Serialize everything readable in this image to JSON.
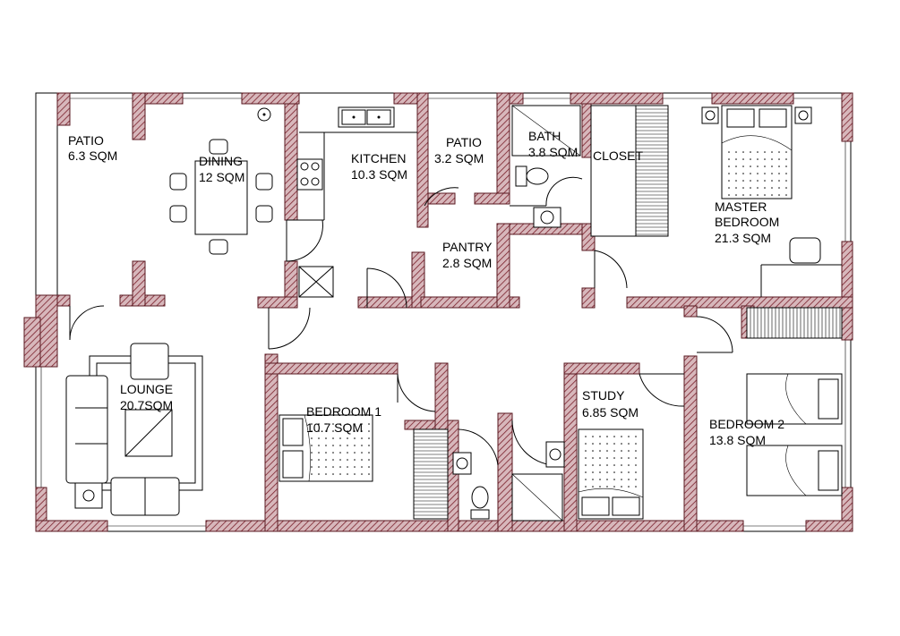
{
  "colors": {
    "wall_fill": "#b58a90",
    "wall_hatch": "#7a1f2b",
    "line": "#000000",
    "background": "#ffffff"
  },
  "rooms": {
    "patio_left": {
      "name": "PATIO",
      "area": "6.3 SQM"
    },
    "dining": {
      "name": "DINING",
      "area": "12 SQM"
    },
    "kitchen": {
      "name": "KITCHEN",
      "area": "10.3 SQM"
    },
    "patio_small": {
      "name": "PATIO",
      "area": "3.2 SQM"
    },
    "pantry": {
      "name": "PANTRY",
      "area": "2.8 SQM"
    },
    "bath": {
      "name": "BATH",
      "area": "3.8 SQM"
    },
    "closet": {
      "name": "CLOSET"
    },
    "master": {
      "name1": "MASTER",
      "name2": "BEDROOM",
      "area": "21.3 SQM"
    },
    "lounge": {
      "name": "LOUNGE",
      "area": "20.7SQM"
    },
    "bedroom1": {
      "name": "BEDROOM 1",
      "area": "10.7 SQM"
    },
    "study": {
      "name": "STUDY",
      "area": "6.85 SQM"
    },
    "bedroom2": {
      "name": "BEDROOM 2",
      "area": "13.8 SQM"
    }
  },
  "icons": [
    "double-bed-icon",
    "single-bed-icon",
    "sofa-icon",
    "armchair-icon",
    "dining-table-icon",
    "sink-icon",
    "stove-icon",
    "toilet-icon",
    "shower-icon",
    "door-swing-icon",
    "stair-icon",
    "desk-chair-icon"
  ]
}
